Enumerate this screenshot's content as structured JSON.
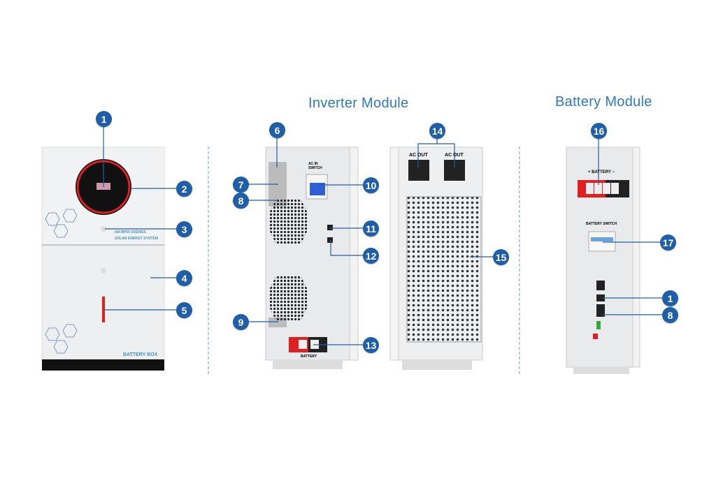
{
  "titles": {
    "inverter": "Inverter Module",
    "battery": "Battery Module"
  },
  "front_unit": {
    "model_line1": "AR-MP50-3SERIES",
    "model_line2": "SOLAR ENERGY SYSTEM",
    "battery_box": "BATTERY BOX"
  },
  "inverter_back": {
    "ac_in_switch": "AC IN SWITCH",
    "battery": "BATTERY"
  },
  "inverter_side": {
    "ac_out_1": "AC OUT",
    "ac_out_2": "AC OUT"
  },
  "battery_module": {
    "battery_terminal": "+ BATTERY −",
    "battery_switch": "BATTERY SWITCH"
  },
  "callouts": [
    "1",
    "2",
    "3",
    "4",
    "5",
    "6",
    "7",
    "8",
    "9",
    "10",
    "11",
    "12",
    "13",
    "14",
    "15",
    "16",
    "17",
    "1",
    "8"
  ],
  "colors": {
    "badge": "#1f5ea8",
    "title": "#2f78c0",
    "accent_red": "#e02020",
    "divider": "#5b9bd5"
  }
}
